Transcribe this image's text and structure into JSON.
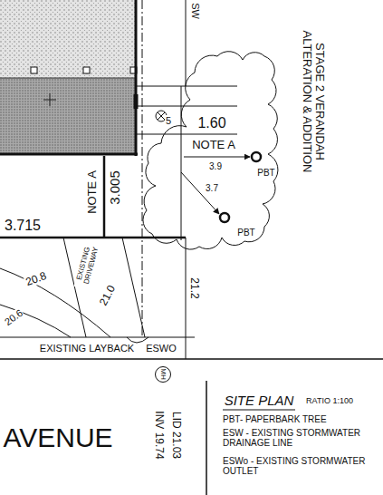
{
  "diagram": {
    "title": "SITE PLAN",
    "nodes": [
      {
        "text": [
          "MH"
        ]
      }
    ],
    "labels": [
      "SW",
      "5",
      "1.60",
      "NOTE A",
      "3.9",
      "PBT",
      "3.7",
      "PBT",
      "NOTE A",
      "3.005",
      "3.715",
      "EXISTING DRIVEWAY",
      "20.8",
      "21.0",
      "21.2",
      "20.6",
      "EXISTING LAYBACK",
      "ESWO",
      "LID 21.03",
      "INV 19.74",
      "AVENUE",
      "STAGE 2 VERANDAH ALTERATION & ADDITION",
      "RATIO 1:100",
      "PBT- PAPERBARK TREE",
      "ESW - EXISTING STORMWATER DRAINAGE LINE",
      "ESWo - EXISTING STORMWATER OUTLET"
    ]
  }
}
